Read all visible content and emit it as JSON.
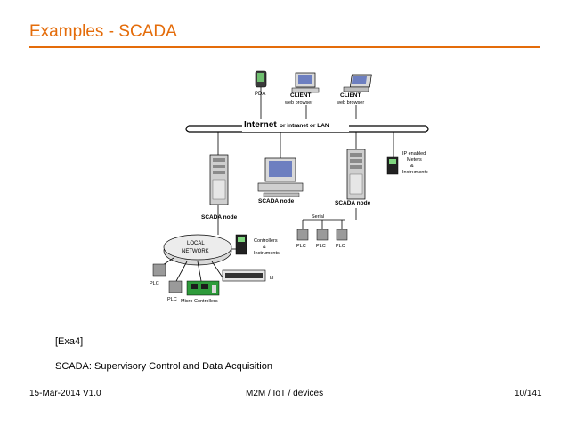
{
  "slide": {
    "title": "Examples - SCADA",
    "caption_ref": "[Exa4]",
    "caption_text": "SCADA: Supervisory Control and Data Acquisition",
    "footer_left": "15-Mar-2014 V1.0",
    "footer_center": "M2M / IoT / devices",
    "footer_right": "10/141"
  },
  "diagram": {
    "pda_label": "PDA",
    "client1_title": "CLIENT",
    "client1_sub": "web browser",
    "client2_title": "CLIENT",
    "client2_sub": "web browser",
    "internet_bold": "Internet",
    "internet_rest": " or intranet or LAN",
    "ip_label_1": "IP enabled",
    "ip_label_2": "Meters",
    "ip_label_3": "&",
    "ip_label_4": "Instruments",
    "scada_node_left": "SCADA node",
    "scada_node_center": "SCADA node",
    "scada_node_right": "SCADA node",
    "serial_label": "Serial",
    "plc_a": "PLC",
    "plc_b": "PLC",
    "plc_c": "PLC",
    "local_network_1": "LOCAL",
    "local_network_2": "NETWORK",
    "controllers_1": "Controllers",
    "controllers_2": "&",
    "controllers_3": "Instruments",
    "io_label": "I/I",
    "plc_left": "PLC",
    "plc_bottom": "PLC",
    "micro_controllers": "Micro Controllers"
  }
}
